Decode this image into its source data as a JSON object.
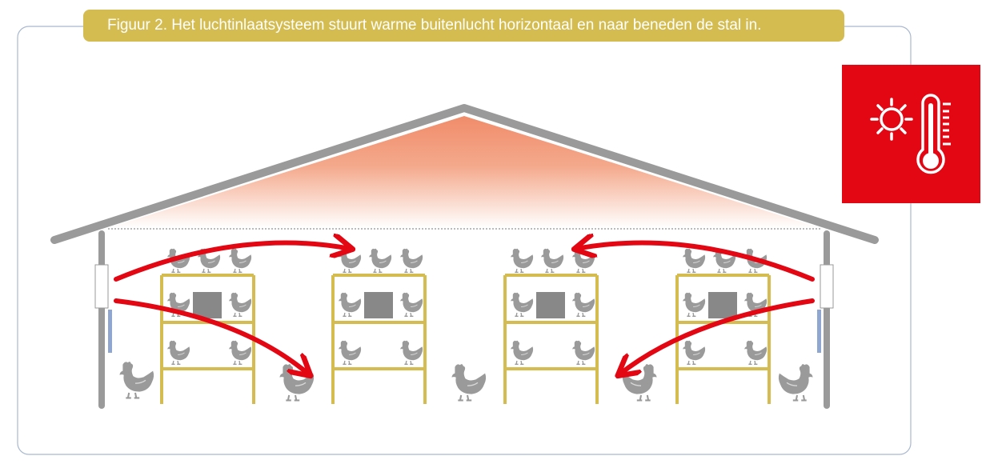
{
  "figure": {
    "caption": "Figuur 2. Het luchtinlaatsysteem stuurt warme buitenlucht horizontaal en naar beneden de stal in."
  },
  "badge": {
    "icons": [
      "sun-icon",
      "thermometer-icon"
    ],
    "background_color": "#e30613"
  },
  "colors": {
    "roof": "#9a9a9a",
    "rack": "#d4bc50",
    "arrow": "#e30613",
    "warm_air": "#f08c6a",
    "chicken": "#9a9a9a",
    "inlet_strip": "#8fa6d0"
  },
  "diagram": {
    "racks": 4,
    "arrows": [
      "left-inlet-horizontal",
      "left-inlet-downward",
      "right-inlet-horizontal",
      "right-inlet-downward"
    ]
  }
}
